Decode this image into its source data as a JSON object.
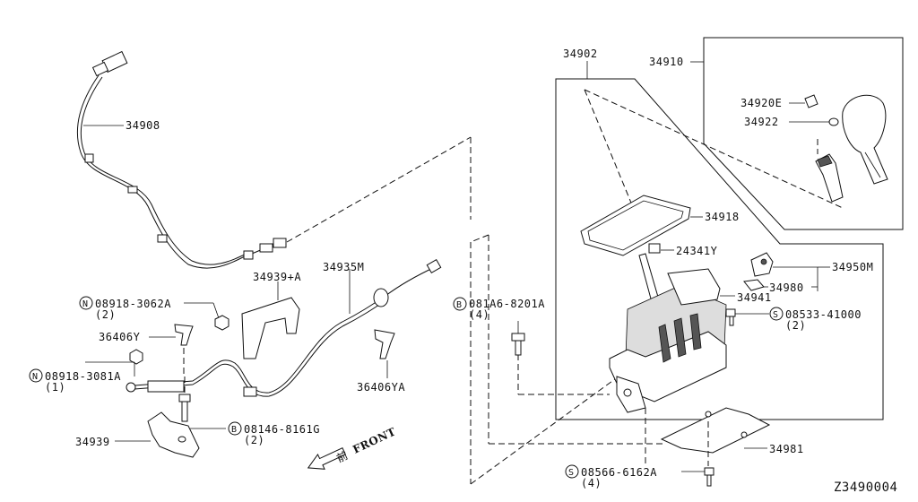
{
  "diagram_id": "Z3490004",
  "front_label": "FRONT",
  "front_kanji": "前",
  "parts": {
    "p34908": "34908",
    "p34939a": "34939+A",
    "p34935m": "34935M",
    "p08918_3062a": "08918-3062A",
    "p08918_3062a_qty": "(2)",
    "p36406y": "36406Y",
    "p08918_3081a": "08918-3081A",
    "p08918_3081a_qty": "(1)",
    "p36406ya": "36406YA",
    "p08146_8161g": "08146-8161G",
    "p08146_8161g_qty": "(2)",
    "p34939": "34939",
    "p081a6_8201a": "081A6-8201A",
    "p081a6_8201a_qty": "(4)",
    "p34902": "34902",
    "p34910": "34910",
    "p34920e": "34920E",
    "p34922": "34922",
    "p34918": "34918",
    "p24341y": "24341Y",
    "p34950m": "34950M",
    "p34980": "34980",
    "p34941": "34941",
    "p08533_41000": "08533-41000",
    "p08533_41000_qty": "(2)",
    "p34981": "34981",
    "p08566_6162a": "08566-6162A",
    "p08566_6162a_qty": "(4)"
  },
  "prefix": {
    "n": "N",
    "b": "B",
    "s": "S"
  }
}
